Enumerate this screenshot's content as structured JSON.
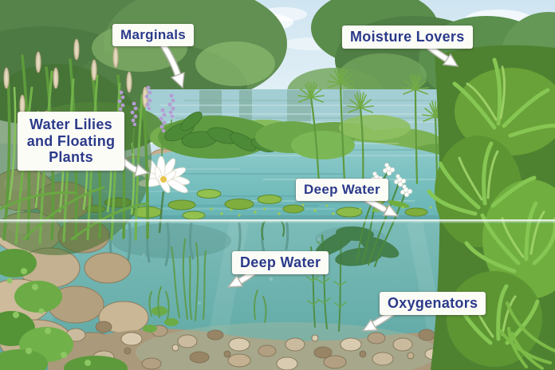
{
  "diagram": {
    "labels": {
      "marginals": "Marginals",
      "moisture_lovers": "Moisture Lovers",
      "water_lilies_lines": [
        "Water Lilies",
        "and Floating",
        "Plants"
      ],
      "deep_water_upper": "Deep Water",
      "deep_water_lower": "Deep Water",
      "oxygenators": "Oxygenators"
    },
    "colors": {
      "label_text": "#2b3a8a",
      "label_bg": "#fcfcf7",
      "arrow_fill": "#ffffff",
      "arrow_outline": "#b4b4aa",
      "water_surface": "#76bfbe",
      "water_underwater": "#6db1ae",
      "sky": "#d6e9f3",
      "foliage_green": "#69a145",
      "rock_tan": "#c6b494"
    }
  }
}
